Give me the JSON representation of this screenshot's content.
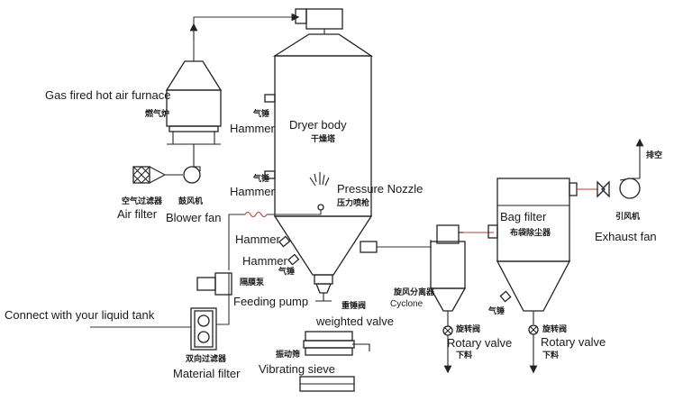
{
  "labels": {
    "gas_furnace_en": "Gas fired hot air furnace",
    "gas_furnace_zh": "燃气炉",
    "air_filter_zh": "空气过滤器",
    "air_filter_en": "Air filter",
    "blower_fan_zh": "鼓风机",
    "blower_fan_en": "Blower fan",
    "dryer_body_en": "Dryer body",
    "dryer_body_zh": "干燥塔",
    "hammer_top_zh": "气锤",
    "hammer_top_en": "Hammer",
    "hammer_mid_zh": "气锤",
    "hammer_mid_en": "Hammer",
    "hammer_cone1_en": "Hammer",
    "hammer_cone2_en": "Hammer",
    "hammer_cone2_zh": "气锤",
    "pressure_nozzle_en": "Pressure Nozzle",
    "pressure_nozzle_zh": "压力喷枪",
    "feeding_pump_zh": "隔膜泵",
    "feeding_pump_en": "Feeding pump",
    "weighted_valve_zh": "重锤阀",
    "weighted_valve_en": "weighted valve",
    "liquid_tank_en": "Connect with your liquid tank",
    "material_filter_zh": "双向过滤器",
    "material_filter_en": "Material filter",
    "vibrating_sieve_zh": "振动筛",
    "vibrating_sieve_en": "Vibrating sieve",
    "cyclone_zh": "旋风分离器",
    "cyclone_en": "Cyclone",
    "rotary_valve1_zh": "旋转阀",
    "rotary_valve1_en": "Rotary valve",
    "discharge1_zh": "下料",
    "bag_filter_en": "Bag filter",
    "bag_filter_zh": "布袋除尘器",
    "bag_hammer_zh": "气锤",
    "rotary_valve2_zh": "旋转阀",
    "rotary_valve2_en": "Rotary valve",
    "discharge2_zh": "下料",
    "exhaust_fan_zh": "引风机",
    "exhaust_fan_en": "Exhaust fan",
    "vent_zh": "排空"
  },
  "colors": {
    "line": "#222222",
    "pipe_accent": "#c0392b"
  },
  "icons": [
    "fan-icon",
    "filter-icon",
    "nozzle-icon",
    "valve-icon",
    "pump-icon"
  ]
}
